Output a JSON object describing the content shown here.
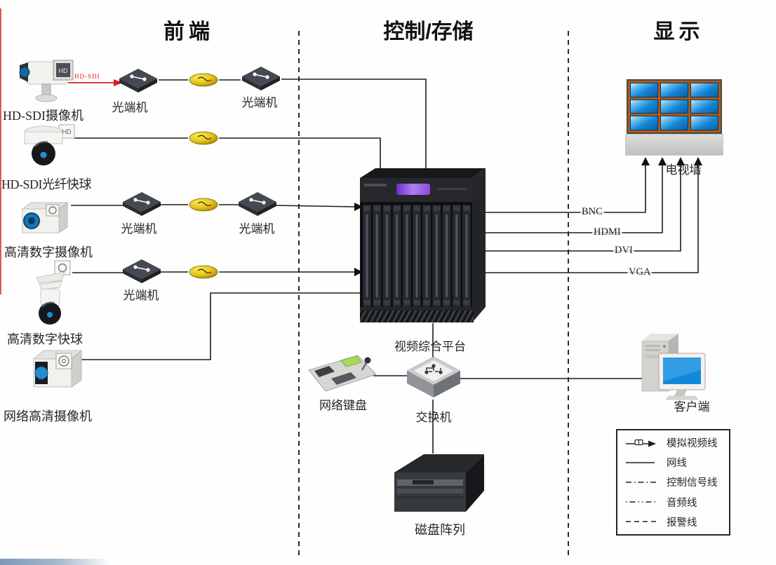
{
  "sections": {
    "front_end": "前端",
    "control_storage": "控制/存储",
    "display": "显示"
  },
  "front_end": {
    "cameras": [
      {
        "name": "HD-SDI摄像机"
      },
      {
        "name": "HD-SDI光纤快球"
      },
      {
        "name": "高清数字摄像机"
      },
      {
        "name": "高清数字快球"
      },
      {
        "name": "网络高清摄像机"
      }
    ],
    "optical_transceiver_label": "光端机",
    "hdsdi_arrow_label": "HD-SDI"
  },
  "control_storage": {
    "video_platform": "视频综合平台",
    "network_keyboard": "网络键盘",
    "switch": "交换机",
    "disk_array": "磁盘阵列"
  },
  "display": {
    "tv_wall": "电视墙",
    "client": "客户端",
    "video_outputs": [
      "BNC",
      "HDMI",
      "DVI",
      "VGA"
    ]
  },
  "legend": {
    "items": [
      {
        "label": "模拟视频线"
      },
      {
        "label": "网线"
      },
      {
        "label": "控制信号线"
      },
      {
        "label": "音频线"
      },
      {
        "label": "报警线"
      }
    ]
  },
  "badges": {
    "hd": "HD"
  },
  "colors": {
    "connection_line": "#1c1c1c",
    "analog_arrow_red": "#d81e1e",
    "fiber_node_yellow": "#e6c51d",
    "screen_blue": "#1488d8",
    "lcd_purple": "#9a5fe8"
  }
}
